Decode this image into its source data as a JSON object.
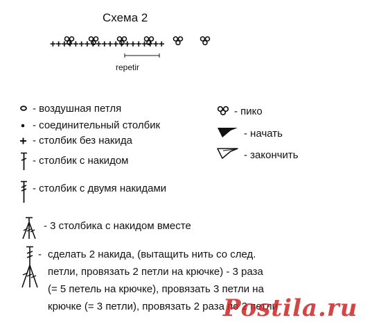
{
  "scheme": {
    "title": "Схема 2",
    "repeat_label": "repetir",
    "stitch_row": "++++++++++++++++++++"
  },
  "legend_left": [
    {
      "icon": "chain-stitch-icon",
      "label": "- воздушная петля"
    },
    {
      "icon": "slip-stitch-icon",
      "label": "- соединительный столбик"
    },
    {
      "icon": "single-crochet-icon",
      "label": "- столбик без накида"
    },
    {
      "icon": "double-crochet-icon",
      "label": "- столбик с накидом"
    },
    {
      "icon": "treble-crochet-icon",
      "label": "- столбик с двумя накидами"
    },
    {
      "icon": "three-dc-together-icon",
      "label": "- 3 столбика с накидом вместе"
    }
  ],
  "legend_right": [
    {
      "icon": "picot-icon",
      "label": "- пико"
    },
    {
      "icon": "start-arrow-icon",
      "label": "- начать"
    },
    {
      "icon": "finish-arrow-icon",
      "label": "- закончить"
    }
  ],
  "instruction": {
    "dash": "-",
    "lines": [
      "сделать 2 накида, (вытащить нить со след.",
      "петли, провязать 2 петли на крючке) - 3 раза",
      "(= 5 петель на крючке), провязать 3 петли на",
      "крючке (= 3 петли), провязать 2 раза по 2 петли"
    ]
  },
  "watermark": "Postila.ru"
}
